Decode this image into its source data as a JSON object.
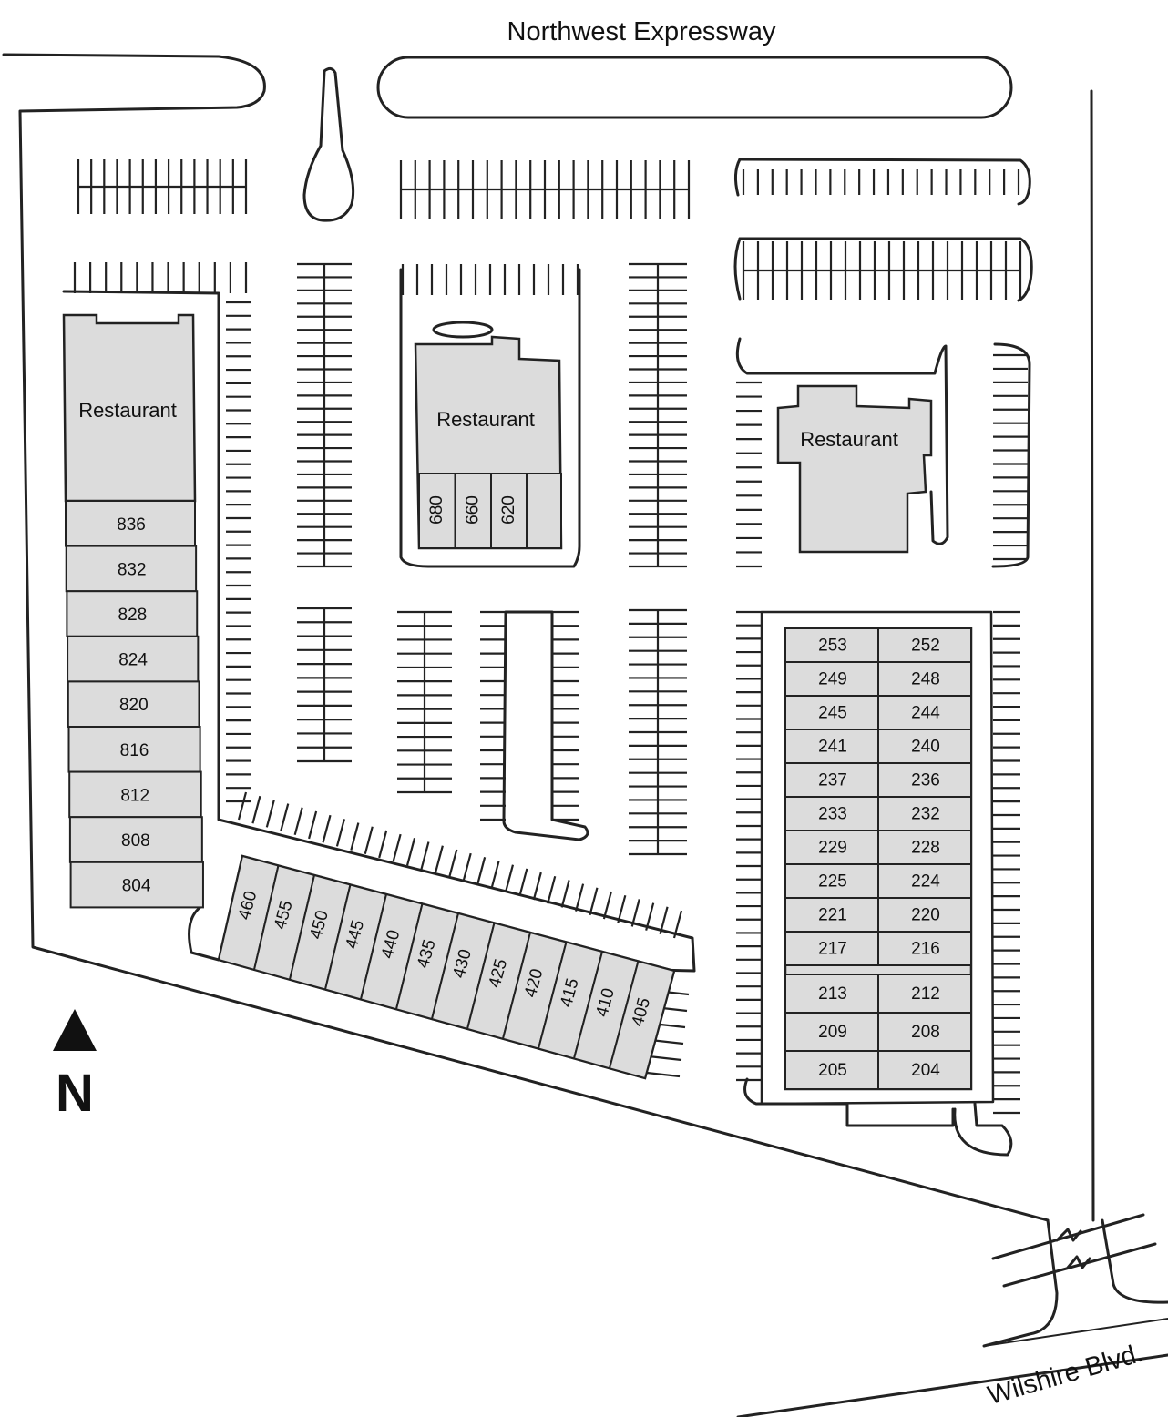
{
  "roads": {
    "north": "Northwest Expressway",
    "south": "Wilshire Blvd."
  },
  "compass": {
    "label": "N",
    "icon": "north-arrow-icon"
  },
  "restaurants": [
    "Restaurant",
    "Restaurant",
    "Restaurant"
  ],
  "west_building_units": [
    "836",
    "832",
    "828",
    "824",
    "820",
    "816",
    "812",
    "808",
    "804"
  ],
  "center_building_units": [
    "680",
    "660",
    "620"
  ],
  "south_building_units": [
    "460",
    "455",
    "450",
    "445",
    "440",
    "435",
    "430",
    "425",
    "420",
    "415",
    "410",
    "405"
  ],
  "east_building_units": [
    [
      "253",
      "252"
    ],
    [
      "249",
      "248"
    ],
    [
      "245",
      "244"
    ],
    [
      "241",
      "240"
    ],
    [
      "237",
      "236"
    ],
    [
      "233",
      "232"
    ],
    [
      "229",
      "228"
    ],
    [
      "225",
      "224"
    ],
    [
      "221",
      "220"
    ],
    [
      "217",
      "216"
    ],
    [
      "213",
      "212"
    ],
    [
      "209",
      "208"
    ],
    [
      "205",
      "204"
    ]
  ]
}
